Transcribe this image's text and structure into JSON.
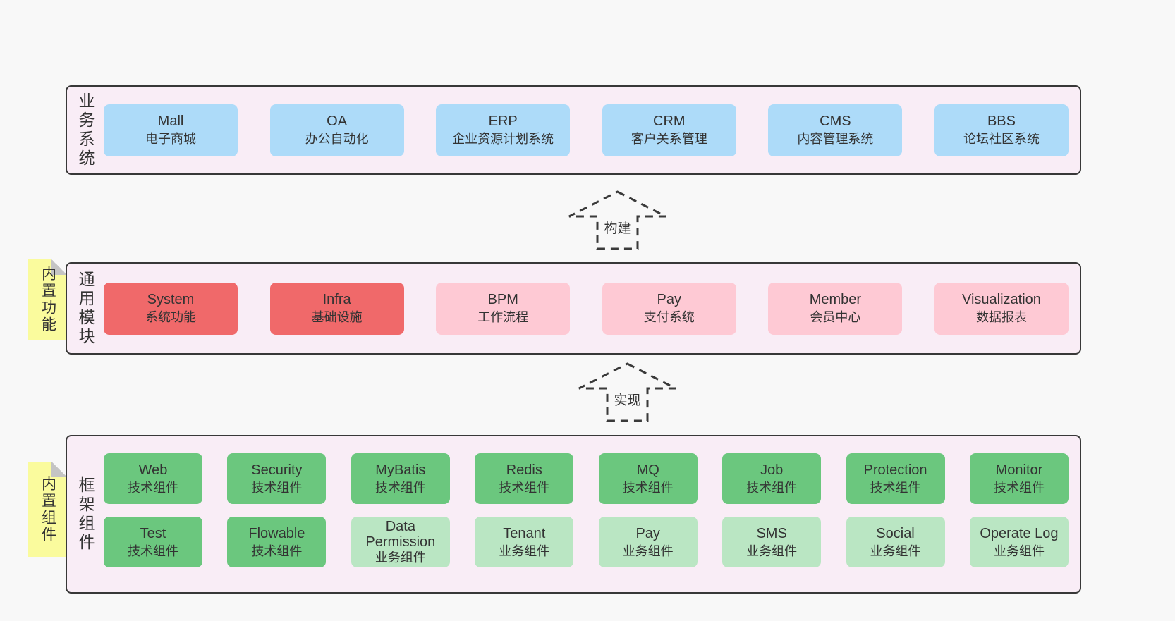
{
  "palette": {
    "page_bg": "#f8f8f8",
    "layer_bg": "#f9edf6",
    "layer_border": "#383838",
    "box_blue": "#addbf9",
    "box_red": "#f0696a",
    "box_pink": "#fec9d4",
    "box_green": "#6bc77e",
    "box_lightgreen": "#bae6c3",
    "note_yellow": "#fafb9d",
    "note_fold_gray": "#c4c4c4",
    "text": "#333333"
  },
  "layers": [
    {
      "label": "业务系统",
      "boxes": [
        {
          "name": "Mall",
          "desc": "电子商城"
        },
        {
          "name": "OA",
          "desc": "办公自动化"
        },
        {
          "name": "ERP",
          "desc": "企业资源计划系统"
        },
        {
          "name": "CRM",
          "desc": "客户关系管理"
        },
        {
          "name": "CMS",
          "desc": "内容管理系统"
        },
        {
          "name": "BBS",
          "desc": "论坛社区系统"
        }
      ]
    },
    {
      "label": "通用模块",
      "note": "内置功能",
      "boxes": [
        {
          "name": "System",
          "desc": "系统功能"
        },
        {
          "name": "Infra",
          "desc": "基础设施"
        },
        {
          "name": "BPM",
          "desc": "工作流程"
        },
        {
          "name": "Pay",
          "desc": "支付系统"
        },
        {
          "name": "Member",
          "desc": "会员中心"
        },
        {
          "name": "Visualization",
          "desc": "数据报表"
        }
      ]
    },
    {
      "label": "框架组件",
      "note": "内置组件",
      "rows": [
        [
          {
            "name": "Web",
            "desc": "技术组件"
          },
          {
            "name": "Security",
            "desc": "技术组件"
          },
          {
            "name": "MyBatis",
            "desc": "技术组件"
          },
          {
            "name": "Redis",
            "desc": "技术组件"
          },
          {
            "name": "MQ",
            "desc": "技术组件"
          },
          {
            "name": "Job",
            "desc": "技术组件"
          },
          {
            "name": "Protection",
            "desc": "技术组件"
          },
          {
            "name": "Monitor",
            "desc": "技术组件"
          }
        ],
        [
          {
            "name": "Test",
            "desc": "技术组件"
          },
          {
            "name": "Flowable",
            "desc": "技术组件"
          },
          {
            "name": "Data Permission",
            "desc": "业务组件"
          },
          {
            "name": "Tenant",
            "desc": "业务组件"
          },
          {
            "name": "Pay",
            "desc": "业务组件"
          },
          {
            "name": "SMS",
            "desc": "业务组件"
          },
          {
            "name": "Social",
            "desc": "业务组件"
          },
          {
            "name": "Operate Log",
            "desc": "业务组件"
          }
        ]
      ]
    }
  ],
  "arrows": [
    {
      "label": "构建"
    },
    {
      "label": "实现"
    }
  ]
}
